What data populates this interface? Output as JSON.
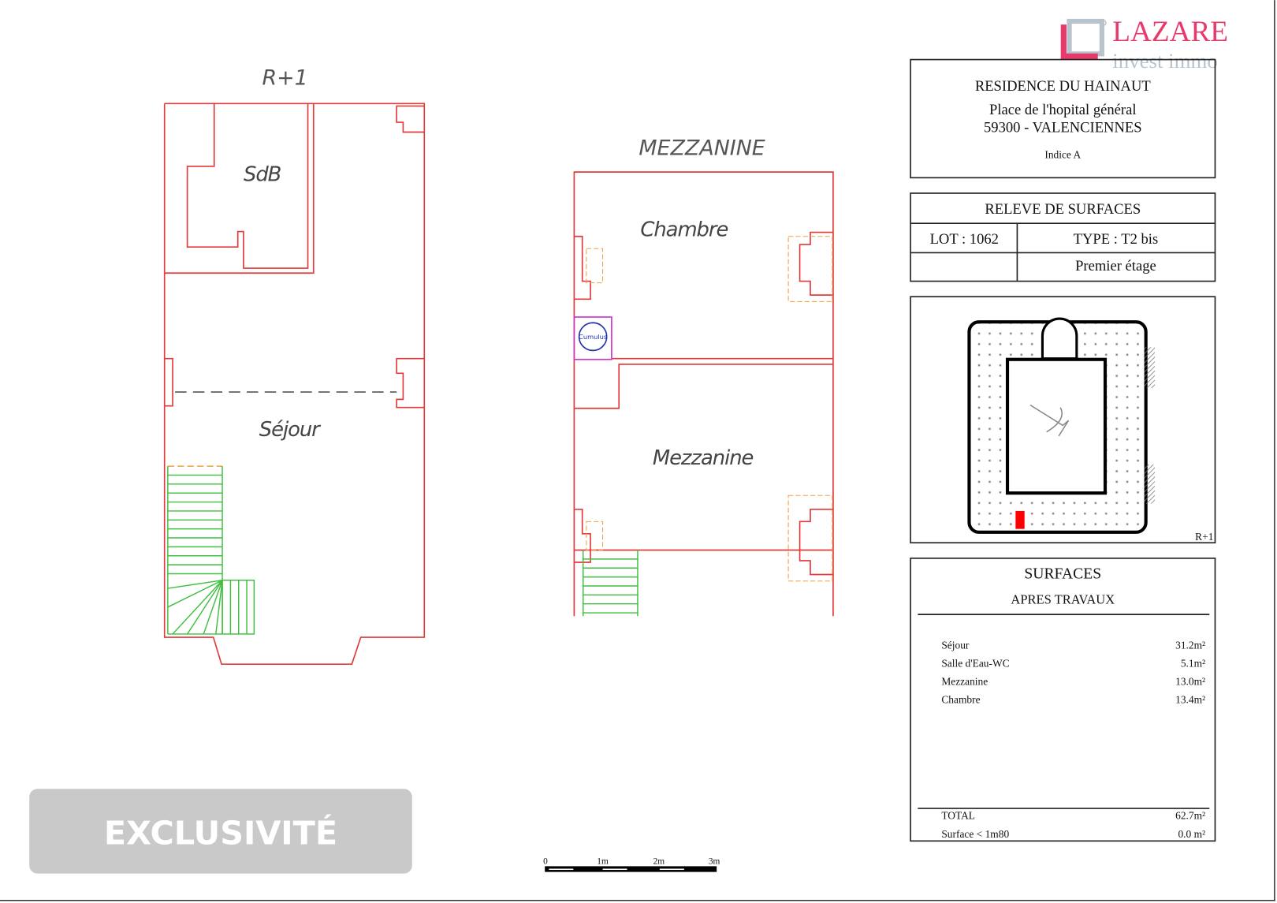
{
  "logo": {
    "brand": "LAZARE",
    "tagline": "invest immo",
    "colors": {
      "pink": "#e8396b",
      "gray": "#b9c3cc"
    }
  },
  "plans": {
    "r1": {
      "title": "R+1",
      "rooms": {
        "sdb": "SdB",
        "sejour": "Séjour"
      }
    },
    "mezzanine": {
      "title": "MEZZANINE",
      "rooms": {
        "chambre": "Chambre",
        "mezzanine": "Mezzanine"
      },
      "cumulus": "Cumulus"
    }
  },
  "header_box": {
    "residence": "RESIDENCE DU HAINAUT",
    "address1": "Place de l'hopital général",
    "address2": "59300 - VALENCIENNES",
    "indice": "Indice A"
  },
  "releve": {
    "title": "RELEVE DE SURFACES",
    "lot": "LOT : 1062",
    "type": "TYPE : T2 bis",
    "floor": "Premier étage"
  },
  "site_plan": {
    "level": "R+1",
    "highlight_color": "#ff0000"
  },
  "surfaces": {
    "title": "SURFACES",
    "subtitle": "APRES TRAVAUX",
    "rows": [
      {
        "label": "Séjour",
        "value": "31.2m²"
      },
      {
        "label": "Salle d'Eau-WC",
        "value": "5.1m²"
      },
      {
        "label": "Mezzanine",
        "value": "13.0m²"
      },
      {
        "label": "Chambre",
        "value": "13.4m²"
      }
    ],
    "total_label": "TOTAL",
    "total_value": "62.7m²",
    "under_label": "Surface < 1m80",
    "under_value": "0.0 m²"
  },
  "scale_bar": {
    "ticks": [
      "0",
      "1m",
      "2m",
      "3m"
    ]
  },
  "badge": {
    "label": "EXCLUSIVITÉ"
  },
  "colors": {
    "walls": "#e03a3a",
    "stairs": "#3fbf3f",
    "cumulus": "#cc33cc",
    "windows": "#f0a040"
  }
}
